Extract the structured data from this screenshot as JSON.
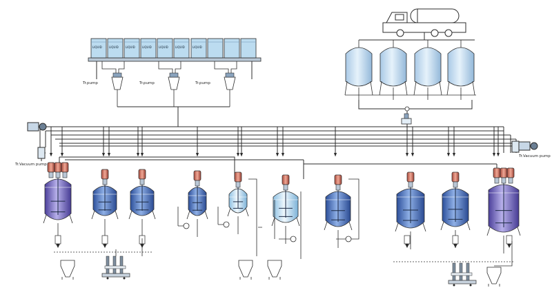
{
  "diagram": {
    "ibc_labels": [
      "LIQUID",
      "LIQUID",
      "LIQUID",
      "LIQUID",
      "LIQUID",
      "LIQUID",
      "LIQUID"
    ],
    "transfer_pump_labels": [
      "Tr.pump",
      "Tr.pump",
      "Tr.pump"
    ],
    "left_pump_label": "Tr.Vacuum pump",
    "right_pump_label": "Tr.Vacuum pump",
    "colors": {
      "line": "#2b2b2b",
      "tank_fill": "#cfe3f2",
      "reactor_fill": "#4f79c5",
      "reactor_dark": "#2c4f9a",
      "purple_reactor": "#6a5fb8",
      "motor": "#d87a6a",
      "motor_dark": "#a84a3c"
    }
  }
}
